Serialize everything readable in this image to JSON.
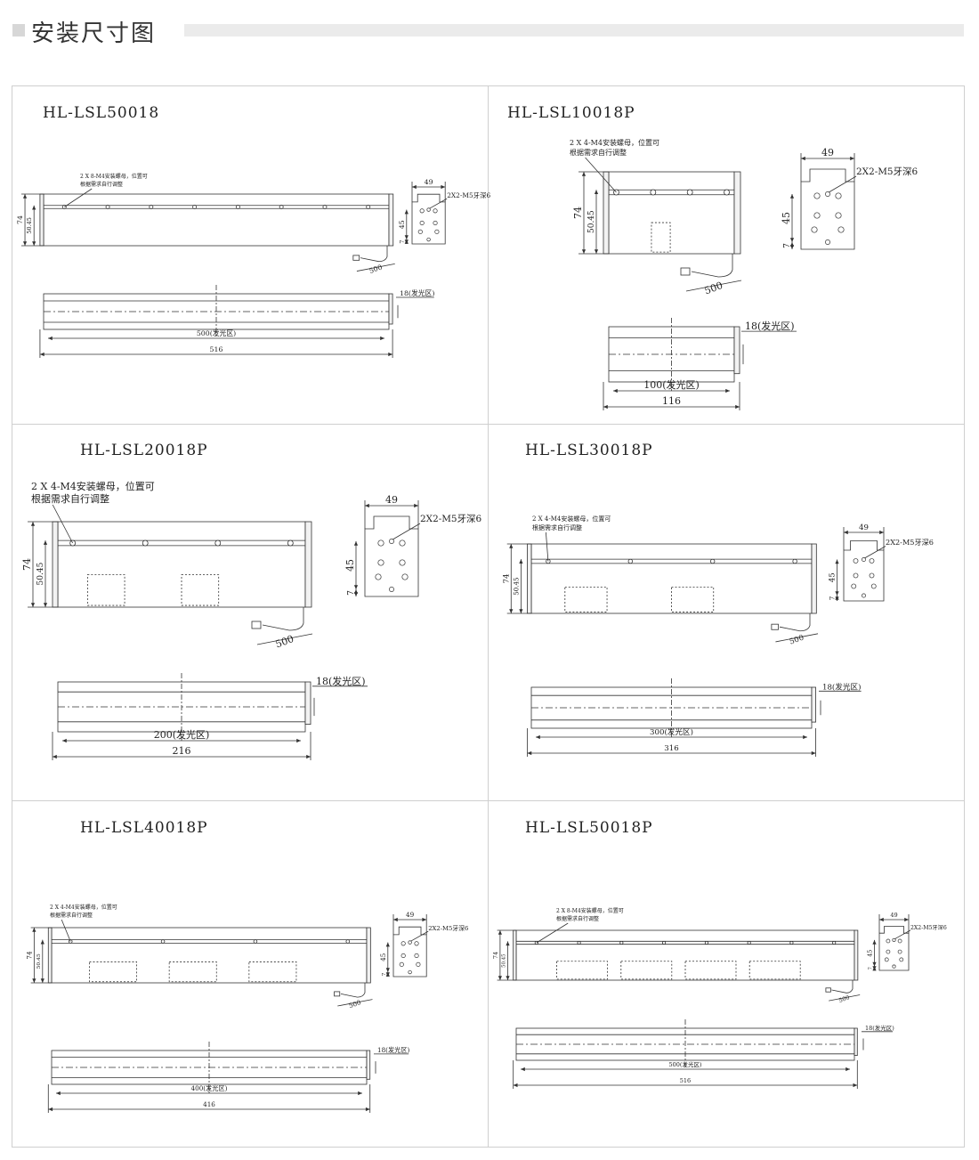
{
  "header": {
    "title": "安装尺寸图"
  },
  "common": {
    "bracket_width": "49",
    "bracket_height": "45",
    "bracket_offset": "7",
    "bracket_thread": "2X2-M5牙深6",
    "height": "74",
    "inner_height": "50.45",
    "cable_length": "500",
    "emit_width": "18(发光区)"
  },
  "panels": [
    {
      "title": "HL-LSL50018",
      "note_line1": "2 X 8-M4安装螺母，位置可",
      "note_line2": "根据需求自行调整",
      "emit_length": "500(发光区)",
      "total_length": "516"
    },
    {
      "title": "HL-LSL10018P",
      "note_line1": "2 X 4-M4安装螺母，位置可",
      "note_line2": "根据需求自行调整",
      "emit_length": "100(发光区)",
      "total_length": "116"
    },
    {
      "title": "HL-LSL20018P",
      "note_line1": "2 X 4-M4安装螺母，位置可",
      "note_line2": "根据需求自行调整",
      "emit_length": "200(发光区)",
      "total_length": "216"
    },
    {
      "title": "HL-LSL30018P",
      "note_line1": "2 X 4-M4安装螺母，位置可",
      "note_line2": "根据需求自行调整",
      "emit_length": "300(发光区)",
      "total_length": "316"
    },
    {
      "title": "HL-LSL40018P",
      "note_line1": "2 X 4-M4安装螺母，位置可",
      "note_line2": "根据需求自行调整",
      "emit_length": "400(发光区)",
      "total_length": "416"
    },
    {
      "title": "HL-LSL50018P",
      "note_line1": "2 X 8-M4安装螺母，位置可",
      "note_line2": "根据需求自行调整",
      "emit_length": "500(发光区)",
      "total_length": "516"
    }
  ]
}
